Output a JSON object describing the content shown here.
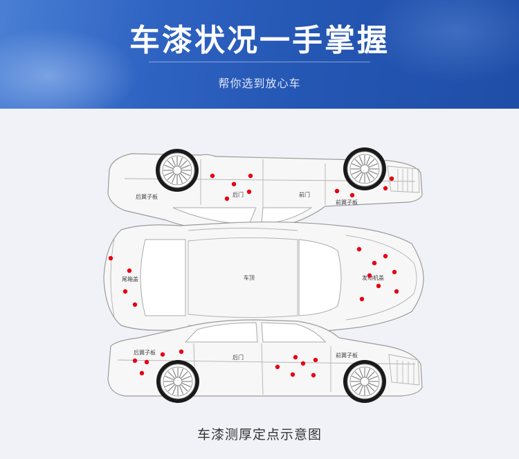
{
  "header": {
    "title": "车漆状况一手掌握",
    "subtitle": "帮你选到放心车"
  },
  "diagram": {
    "top_view_labels": {
      "rear_fender": "后翼子板",
      "rear_door": "后门",
      "front_door": "前门",
      "front_fender": "前翼子板"
    },
    "middle_view_labels": {
      "trunk": "尾箱盖",
      "roof": "车顶",
      "hood": "发动机盖"
    },
    "bottom_view_labels": {
      "rear_fender": "后翼子板",
      "rear_door": "后门",
      "front_fender": "前翼子板"
    },
    "point_color": "#e60012"
  },
  "caption": "车漆测厚定点示意图"
}
